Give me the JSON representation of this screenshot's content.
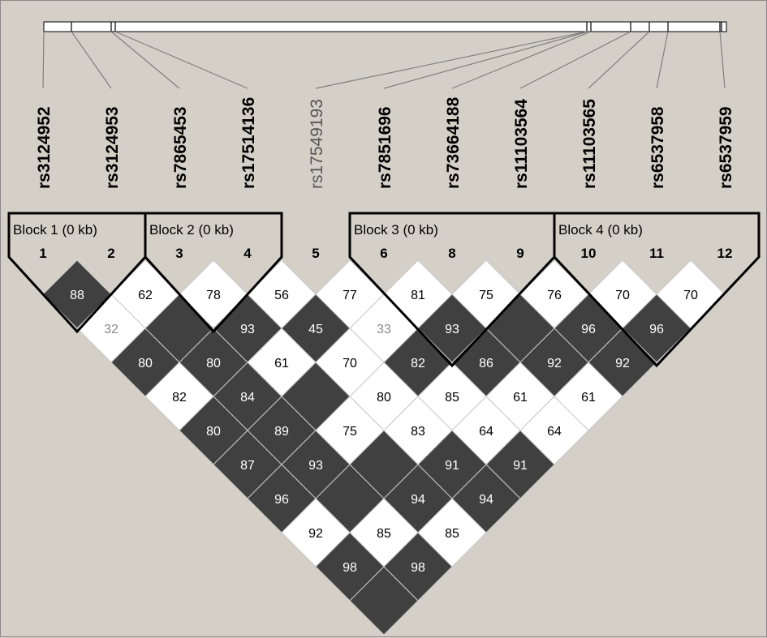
{
  "snps": [
    {
      "id": "rs3124952",
      "index": "1",
      "bold": true
    },
    {
      "id": "rs3124953",
      "index": "2",
      "bold": true
    },
    {
      "id": "rs7865453",
      "index": "3",
      "bold": true
    },
    {
      "id": "rs17514136",
      "index": "4",
      "bold": true
    },
    {
      "id": "rs17549193",
      "index": "5",
      "bold": false
    },
    {
      "id": "rs7851696",
      "index": "6",
      "bold": true
    },
    {
      "id": "rs73664188",
      "index": "8",
      "bold": true
    },
    {
      "id": "rs11103564",
      "index": "9",
      "bold": true
    },
    {
      "id": "rs11103565",
      "index": "10",
      "bold": true
    },
    {
      "id": "rs6537958",
      "index": "11",
      "bold": true
    },
    {
      "id": "rs6537959",
      "index": "12",
      "bold": true
    }
  ],
  "blocks": [
    {
      "label": "Block 1 (0 kb)",
      "from": 0,
      "to": 1
    },
    {
      "label": "Block 2 (0 kb)",
      "from": 2,
      "to": 3
    },
    {
      "label": "Block 3 (0 kb)",
      "from": 5,
      "to": 7
    },
    {
      "label": "Block 4 (0 kb)",
      "from": 8,
      "to": 10
    }
  ],
  "ld_matrix": [
    [
      "88",
      "62",
      "78",
      "56",
      "77",
      "81",
      "75",
      "76",
      "70",
      "70"
    ],
    [
      "32",
      "",
      "93",
      "45",
      "33",
      "93",
      "",
      "96",
      "96"
    ],
    [
      "80",
      "80",
      "61",
      "70",
      "82",
      "86",
      "92",
      "92"
    ],
    [
      "82",
      "84",
      "",
      "80",
      "85",
      "61",
      "61"
    ],
    [
      "80",
      "89",
      "75",
      "83",
      "64",
      "64"
    ],
    [
      "87",
      "93",
      "",
      "91",
      "91"
    ],
    [
      "96",
      "",
      "94",
      "94"
    ],
    [
      "92",
      "85",
      "85"
    ],
    [
      "98",
      "98"
    ],
    [
      ""
    ]
  ],
  "ld_shade": [
    [
      "d",
      "w",
      "w",
      "w",
      "w",
      "w",
      "w",
      "w",
      "w",
      "w"
    ],
    [
      "w",
      "d",
      "d",
      "d",
      "w",
      "d",
      "d",
      "d",
      "d"
    ],
    [
      "d",
      "d",
      "w",
      "w",
      "d",
      "d",
      "d",
      "d"
    ],
    [
      "w",
      "d",
      "d",
      "w",
      "w",
      "w",
      "w"
    ],
    [
      "d",
      "d",
      "w",
      "w",
      "w",
      "w"
    ],
    [
      "d",
      "d",
      "d",
      "d",
      "d"
    ],
    [
      "d",
      "d",
      "d",
      "d"
    ],
    [
      "w",
      "w",
      "w"
    ],
    [
      "d",
      "d"
    ],
    [
      "d"
    ]
  ],
  "ld_grey_text": [
    [
      1,
      0
    ],
    [
      1,
      4
    ]
  ],
  "colors": {
    "dark": "#404040",
    "white": "#ffffff",
    "background": "#d4d0c8",
    "grid": "#c8c8c8",
    "block_outline": "#000000"
  }
}
